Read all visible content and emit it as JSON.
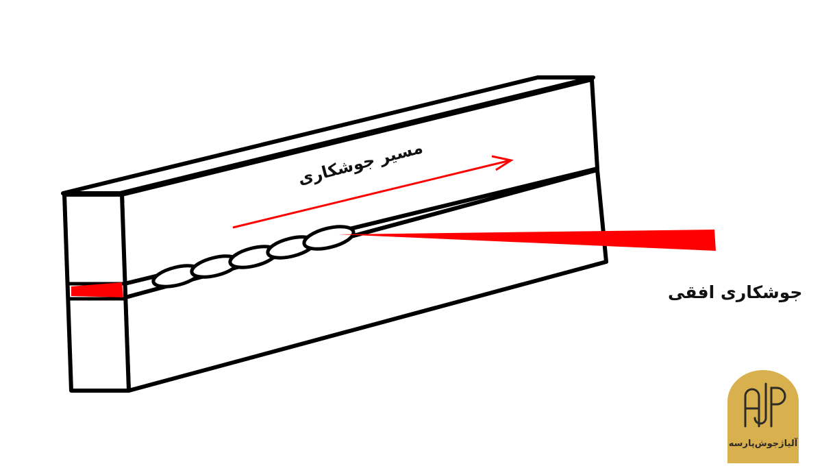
{
  "labels": {
    "weld_path": "مسیر جوشکاری",
    "position": "جوشکاری افقی"
  },
  "logo": {
    "monogram": "AJP",
    "text": "آلیاژجوش‌پارسه",
    "color": "#d8b04e"
  },
  "colors": {
    "arrow": "#ff0000",
    "electrode": "#ff0000",
    "outline": "#000000"
  }
}
